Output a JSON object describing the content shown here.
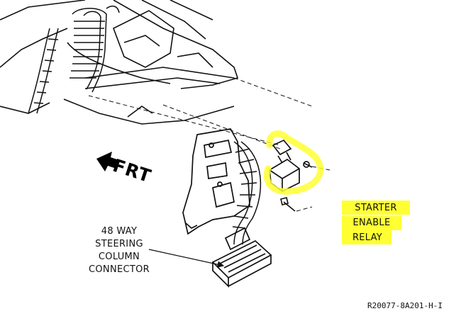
{
  "diagram": {
    "direction_label": "FRT",
    "connector_label": [
      "48 WAY",
      "STEERING",
      "COLUMN",
      "CONNECTOR"
    ],
    "relay_label": [
      "STARTER",
      "ENABLE",
      "RELAY"
    ],
    "figure_code": "R20077-8A201-H-I",
    "colors": {
      "ink": "#111111",
      "highlight": "#ffff33",
      "background": "#ffffff"
    }
  }
}
